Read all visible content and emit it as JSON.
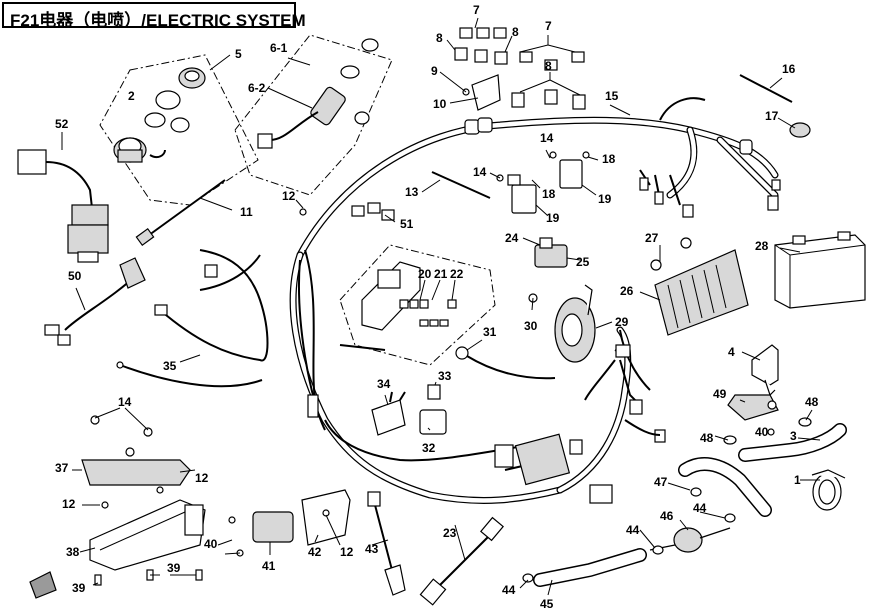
{
  "title": "F21电器（电喷）/ELECTRIC SYSTEM",
  "callouts": [
    {
      "id": "c1",
      "label": "1"
    },
    {
      "id": "c2",
      "label": "2"
    },
    {
      "id": "c3",
      "label": "3"
    },
    {
      "id": "c4",
      "label": "4"
    },
    {
      "id": "c5",
      "label": "5"
    },
    {
      "id": "c6-1",
      "label": "6-1"
    },
    {
      "id": "c6-2",
      "label": "6-2"
    },
    {
      "id": "c7a",
      "label": "7"
    },
    {
      "id": "c7b",
      "label": "7"
    },
    {
      "id": "c8a",
      "label": "8"
    },
    {
      "id": "c8b",
      "label": "8"
    },
    {
      "id": "c8c",
      "label": "8"
    },
    {
      "id": "c9",
      "label": "9"
    },
    {
      "id": "c10",
      "label": "10"
    },
    {
      "id": "c11",
      "label": "11"
    },
    {
      "id": "c12a",
      "label": "12"
    },
    {
      "id": "c12b",
      "label": "12"
    },
    {
      "id": "c12c",
      "label": "12"
    },
    {
      "id": "c12d",
      "label": "12"
    },
    {
      "id": "c13",
      "label": "13"
    },
    {
      "id": "c14a",
      "label": "14"
    },
    {
      "id": "c14b",
      "label": "14"
    },
    {
      "id": "c14c",
      "label": "14"
    },
    {
      "id": "c15",
      "label": "15"
    },
    {
      "id": "c16",
      "label": "16"
    },
    {
      "id": "c17",
      "label": "17"
    },
    {
      "id": "c18a",
      "label": "18"
    },
    {
      "id": "c18b",
      "label": "18"
    },
    {
      "id": "c19a",
      "label": "19"
    },
    {
      "id": "c19b",
      "label": "19"
    },
    {
      "id": "c20",
      "label": "20"
    },
    {
      "id": "c21",
      "label": "21"
    },
    {
      "id": "c22",
      "label": "22"
    },
    {
      "id": "c23",
      "label": "23"
    },
    {
      "id": "c24",
      "label": "24"
    },
    {
      "id": "c25",
      "label": "25"
    },
    {
      "id": "c26",
      "label": "26"
    },
    {
      "id": "c27",
      "label": "27"
    },
    {
      "id": "c28",
      "label": "28"
    },
    {
      "id": "c29",
      "label": "29"
    },
    {
      "id": "c30",
      "label": "30"
    },
    {
      "id": "c31",
      "label": "31"
    },
    {
      "id": "c32",
      "label": "32"
    },
    {
      "id": "c33",
      "label": "33"
    },
    {
      "id": "c34",
      "label": "34"
    },
    {
      "id": "c35",
      "label": "35"
    },
    {
      "id": "c37",
      "label": "37"
    },
    {
      "id": "c38",
      "label": "38"
    },
    {
      "id": "c39a",
      "label": "39"
    },
    {
      "id": "c39b",
      "label": "39"
    },
    {
      "id": "c40a",
      "label": "40"
    },
    {
      "id": "c40b",
      "label": "40"
    },
    {
      "id": "c41",
      "label": "41"
    },
    {
      "id": "c42",
      "label": "42"
    },
    {
      "id": "c43",
      "label": "43"
    },
    {
      "id": "c44a",
      "label": "44"
    },
    {
      "id": "c44b",
      "label": "44"
    },
    {
      "id": "c44c",
      "label": "44"
    },
    {
      "id": "c45",
      "label": "45"
    },
    {
      "id": "c46",
      "label": "46"
    },
    {
      "id": "c47",
      "label": "47"
    },
    {
      "id": "c48a",
      "label": "48"
    },
    {
      "id": "c48b",
      "label": "48"
    },
    {
      "id": "c49",
      "label": "49"
    },
    {
      "id": "c50",
      "label": "50"
    },
    {
      "id": "c51",
      "label": "51"
    },
    {
      "id": "c52",
      "label": "52"
    }
  ]
}
